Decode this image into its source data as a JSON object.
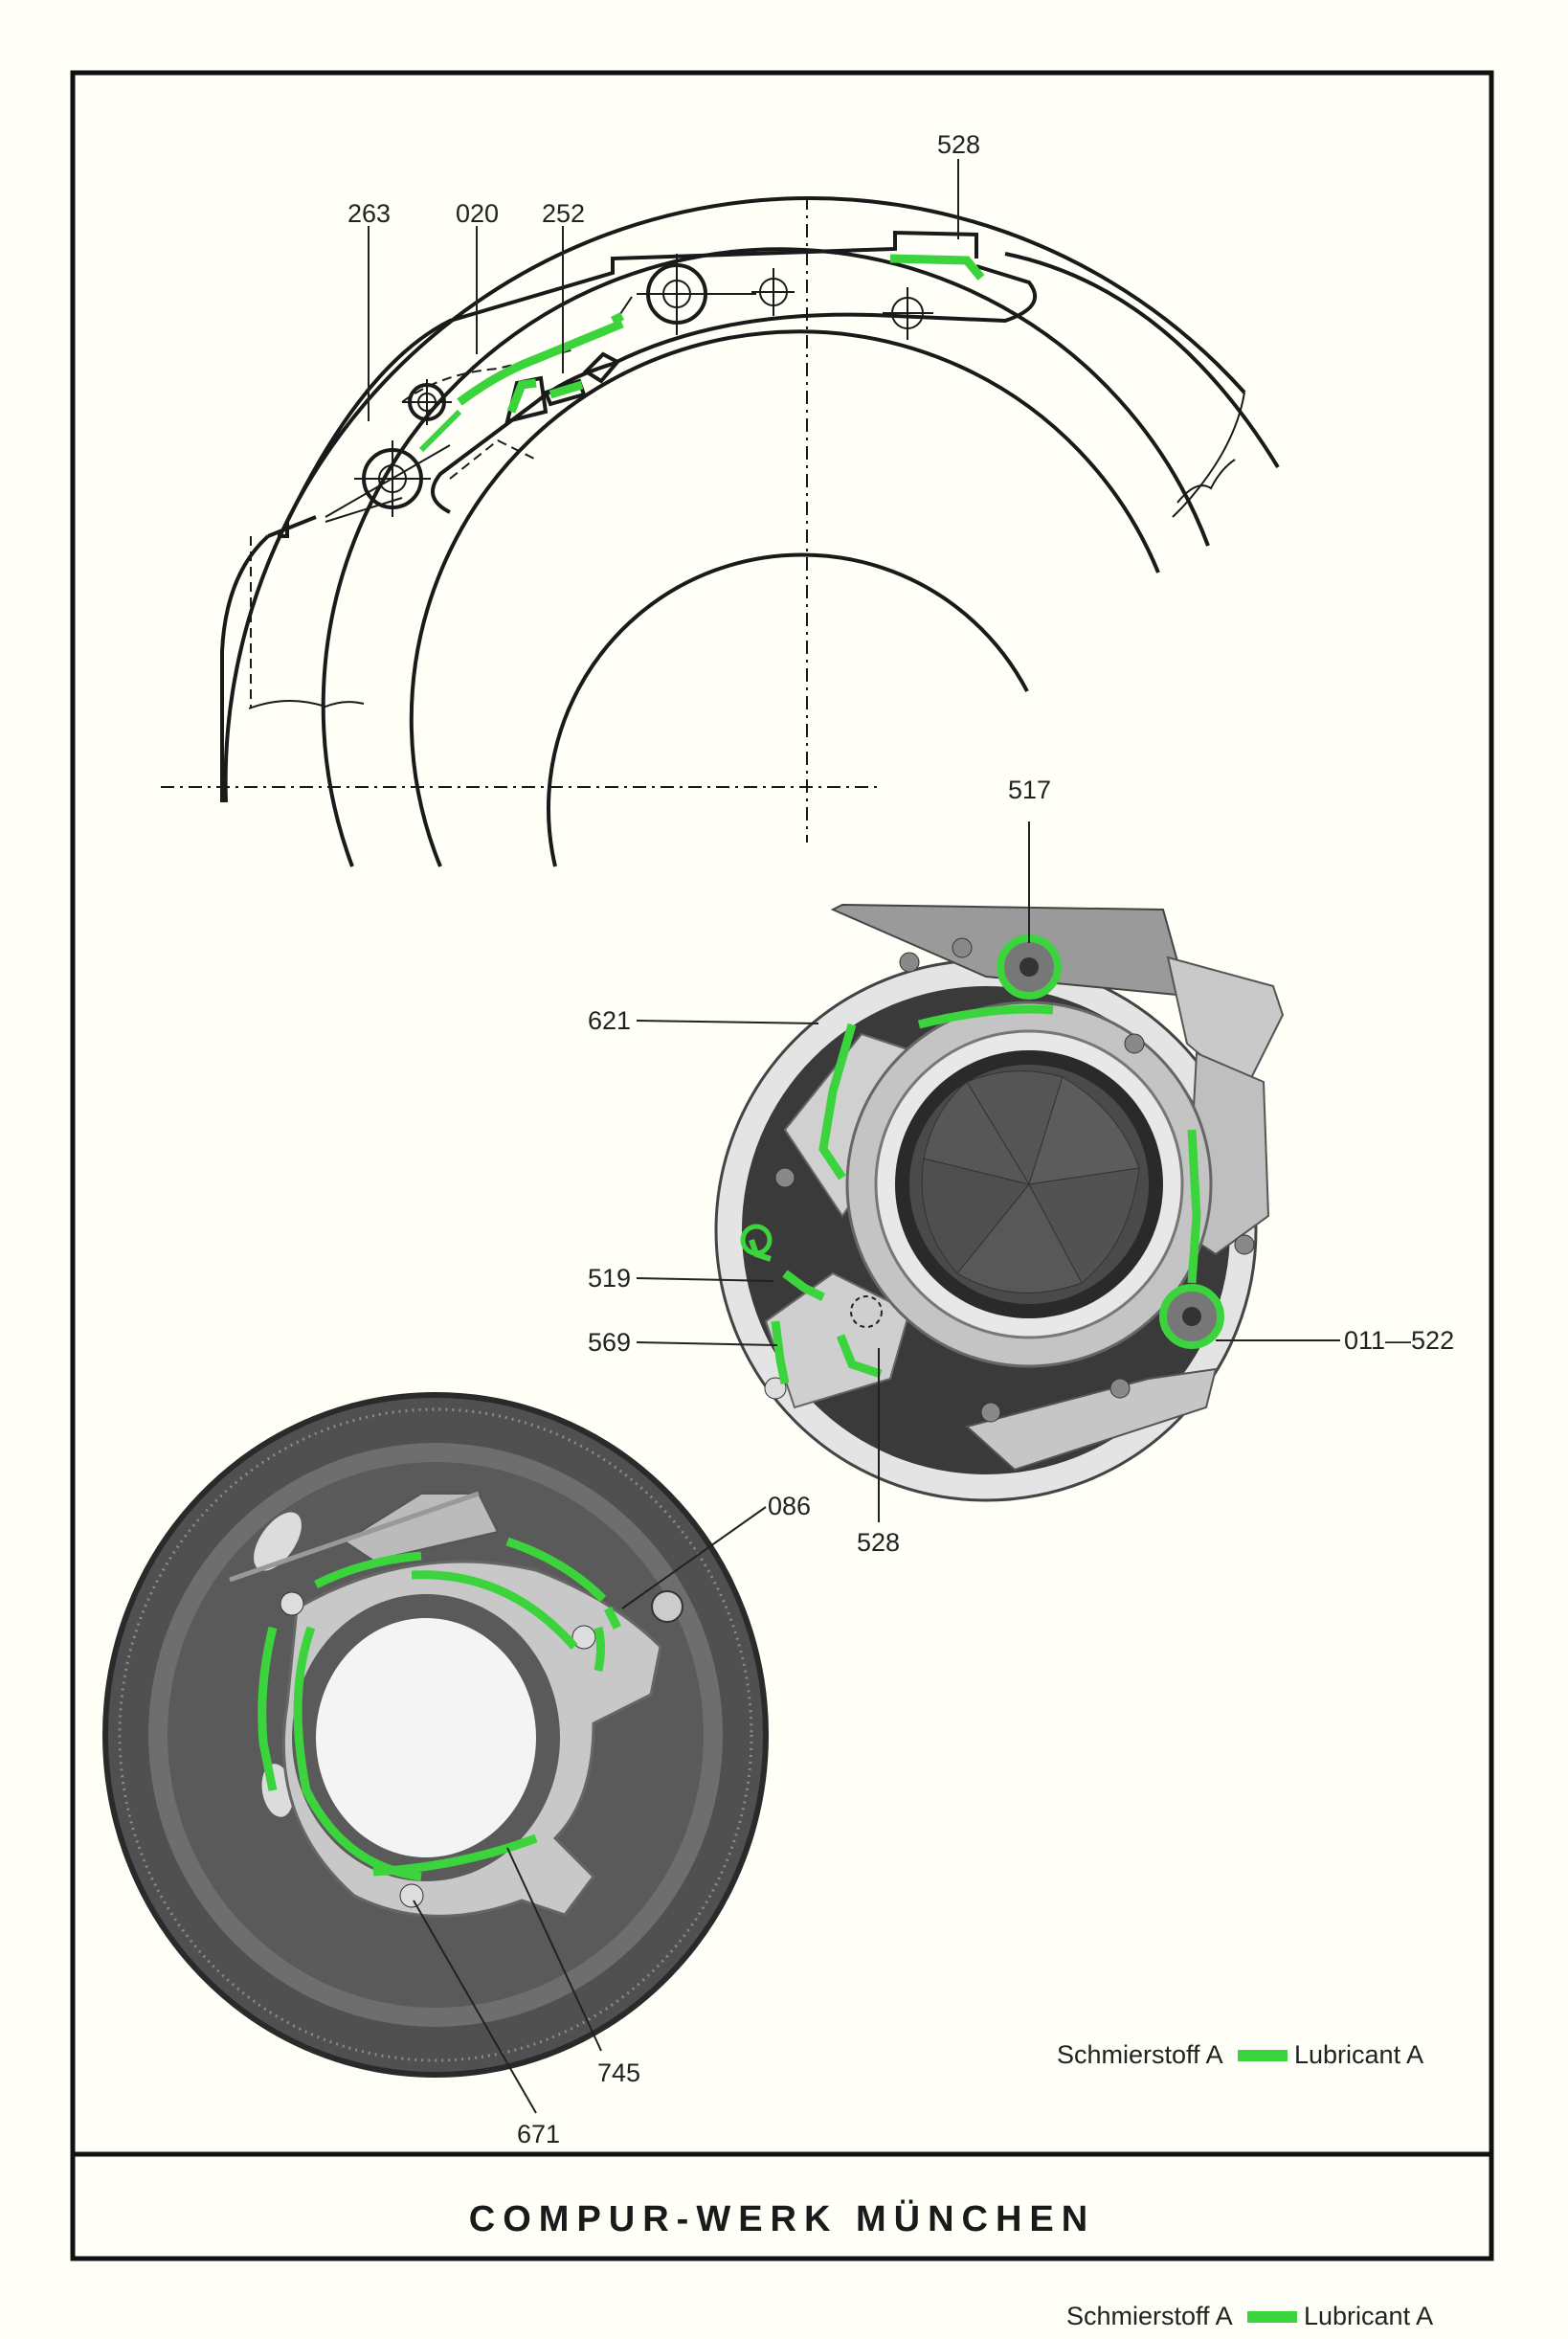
{
  "colors": {
    "lubricant": "#3cd43c",
    "ink": "#1a1a1a",
    "paper": "#fffef7",
    "metal_dark": "#2e2e2e",
    "metal_light": "#b8b8b8"
  },
  "footer": {
    "title": "COMPUR-WERK MÜNCHEN"
  },
  "legend_inner": {
    "de": "Schmierstoff A",
    "en": "Lubricant A"
  },
  "legend_outer": {
    "de": "Schmierstoff A",
    "en": "Lubricant A"
  },
  "parts": {
    "p263": "263",
    "p020": "020",
    "p252": "252",
    "p528_top": "528",
    "p517": "517",
    "p621": "621",
    "p519": "519",
    "p569": "569",
    "p011_522": "011—522",
    "p528_mid": "528",
    "p086": "086",
    "p745": "745",
    "p671": "671"
  },
  "icons": {
    "lubricant_swatch": "green-bar-icon"
  }
}
